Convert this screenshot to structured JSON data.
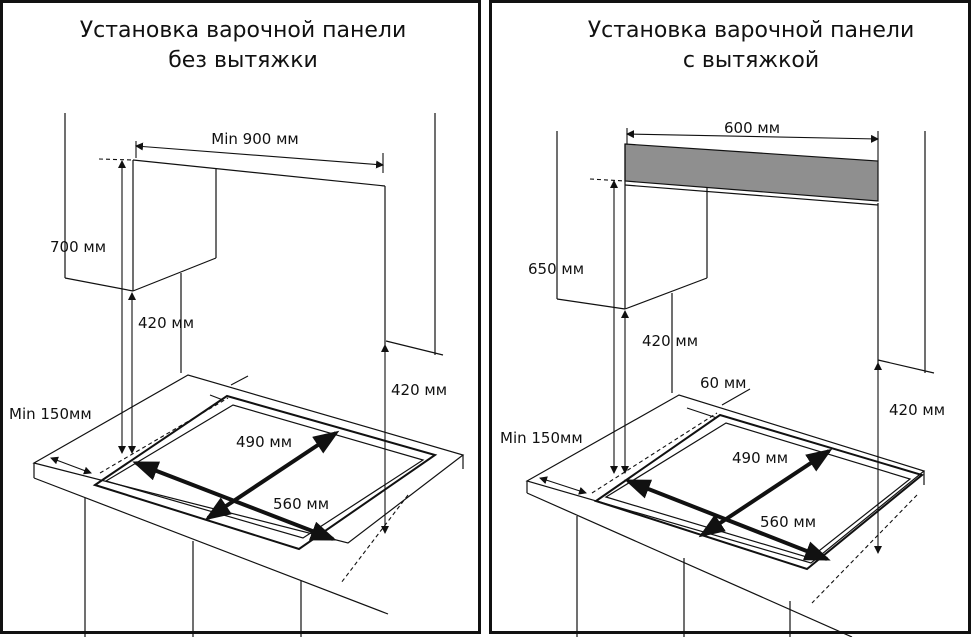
{
  "left_panel": {
    "title_line1": "Установка варочной панели",
    "title_line2": "без вытяжки",
    "labels": {
      "min_width": "Min 900 мм",
      "height_upper": "700 мм",
      "height_lower": "420 мм",
      "right_height": "420 мм",
      "min_side": "Min 150мм",
      "depth": "490 мм",
      "width": "560 мм"
    }
  },
  "right_panel": {
    "title_line1": "Установка варочной панели",
    "title_line2": "с вытяжкой",
    "labels": {
      "hood_width": "600 мм",
      "height_upper": "650 мм",
      "height_lower": "420 мм",
      "back_gap": "60 мм",
      "right_height": "420 мм",
      "min_side": "Min 150мм",
      "depth": "490 мм",
      "width": "560 мм"
    }
  },
  "colors": {
    "hood_fill": "#8f8f8f",
    "line": "#111111"
  }
}
